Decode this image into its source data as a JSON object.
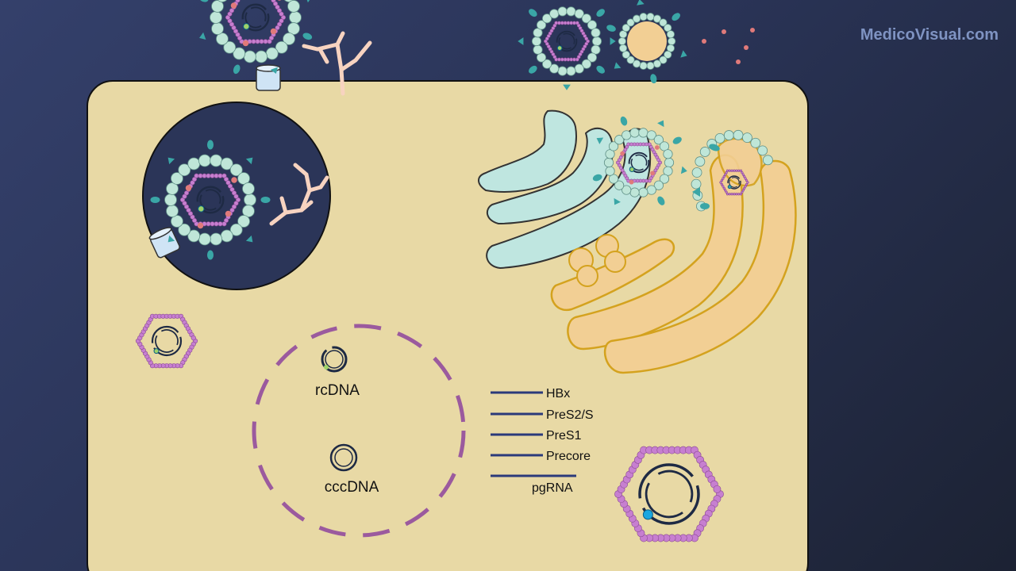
{
  "watermark": "MedicoVisual.com",
  "nucleus_labels": {
    "rcdna": "rcDNA",
    "cccdna": "cccDNA"
  },
  "transcripts": [
    "HBx",
    "PreS2/S",
    "PreS1",
    "Precore",
    "pgRNA"
  ],
  "colors": {
    "cell": "#e8d9a5",
    "endosome": "#2b3558",
    "capsid": "#c77fd0",
    "dna": "#1e2a44",
    "envelope": "#bfe6d8",
    "spike": "#3aa6a6",
    "er": "#bfe6e0",
    "golgi": "#f2cf94",
    "nuclear_envelope": "#9b5a9e"
  }
}
